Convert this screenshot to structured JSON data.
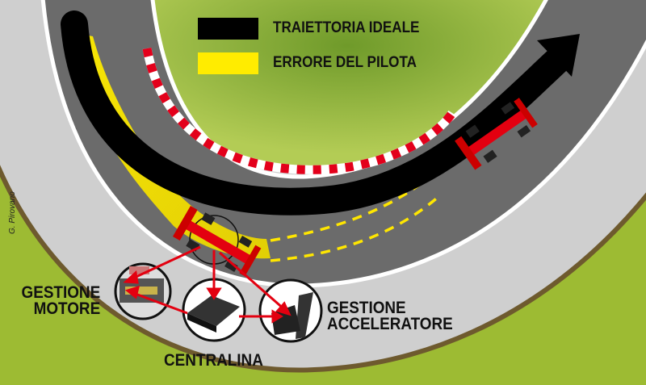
{
  "legend": {
    "ideal_line": {
      "label": "TRAIETTORIA IDEALE",
      "color": "#000000"
    },
    "driver_error": {
      "label": "ERRORE DEL PILOTA",
      "color": "#ffec00"
    }
  },
  "callouts": {
    "engine": [
      "GESTIONE",
      "MOTORE"
    ],
    "ecu": "CENTRALINA",
    "throttle": [
      "GESTIONE",
      "ACCELERATORE"
    ]
  },
  "credit": "G. Pirovano",
  "colors": {
    "grass": "#9dbb33",
    "track": "#6b6b6b",
    "runoff": "#cfcfcf",
    "kerb_red": "#e3001b",
    "arrow": "#e30010"
  }
}
